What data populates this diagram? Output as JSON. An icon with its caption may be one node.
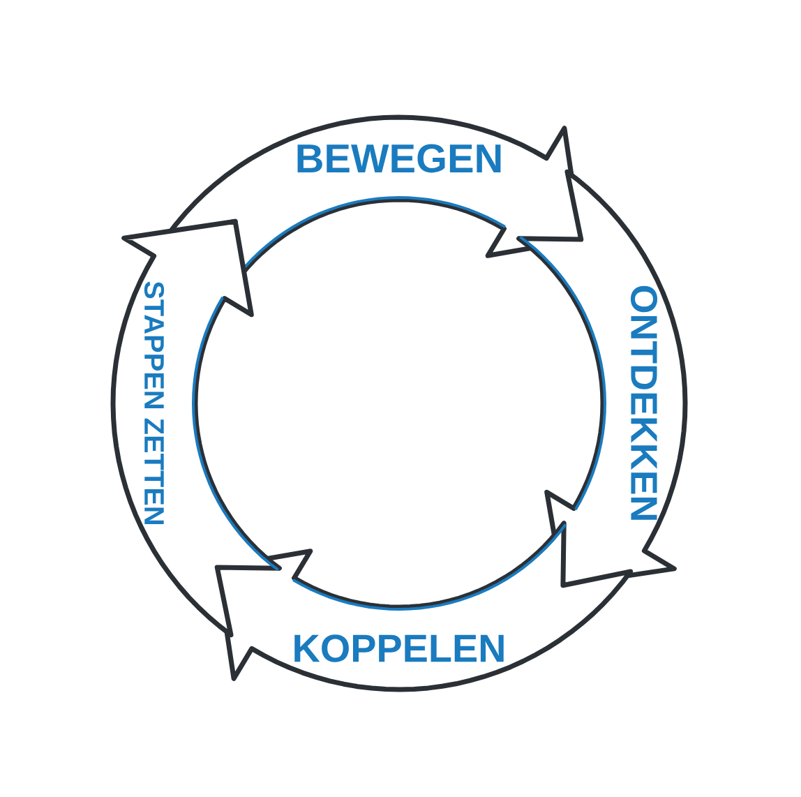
{
  "diagram": {
    "nodes": [
      {
        "text": [
          "BEWEGEN"
        ]
      },
      {
        "text": [
          "ONTDEKKEN"
        ]
      },
      {
        "text": [
          "KOPPELEN"
        ]
      },
      {
        "text": [
          "STAPPEN ZETTEN"
        ]
      }
    ]
  }
}
